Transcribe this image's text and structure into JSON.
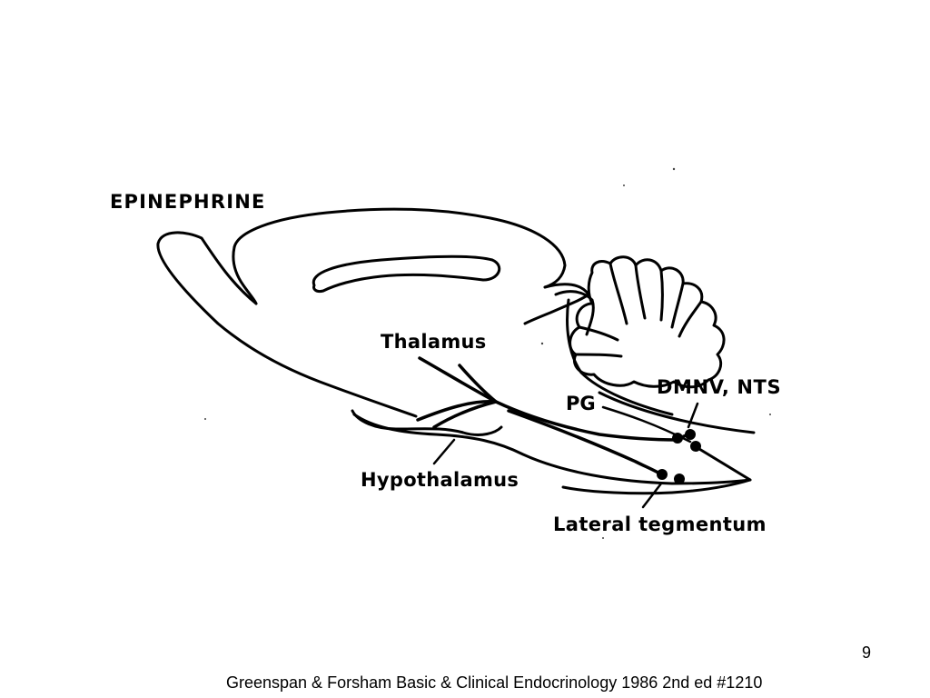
{
  "diagram": {
    "title": "EPINEPHRINE",
    "labels": {
      "thalamus": "Thalamus",
      "dmnv_nts": "DMNV, NTS",
      "pg": "PG",
      "hypothalamus": "Hypothalamus",
      "lateral_tegmentum": "Lateral tegmentum"
    },
    "line_color": "#000000",
    "background": "#ffffff"
  },
  "footer": {
    "page_number": "9",
    "citation": "Greenspan & Forsham Basic & Clinical Endocrinology 1986 2nd ed #1210"
  }
}
